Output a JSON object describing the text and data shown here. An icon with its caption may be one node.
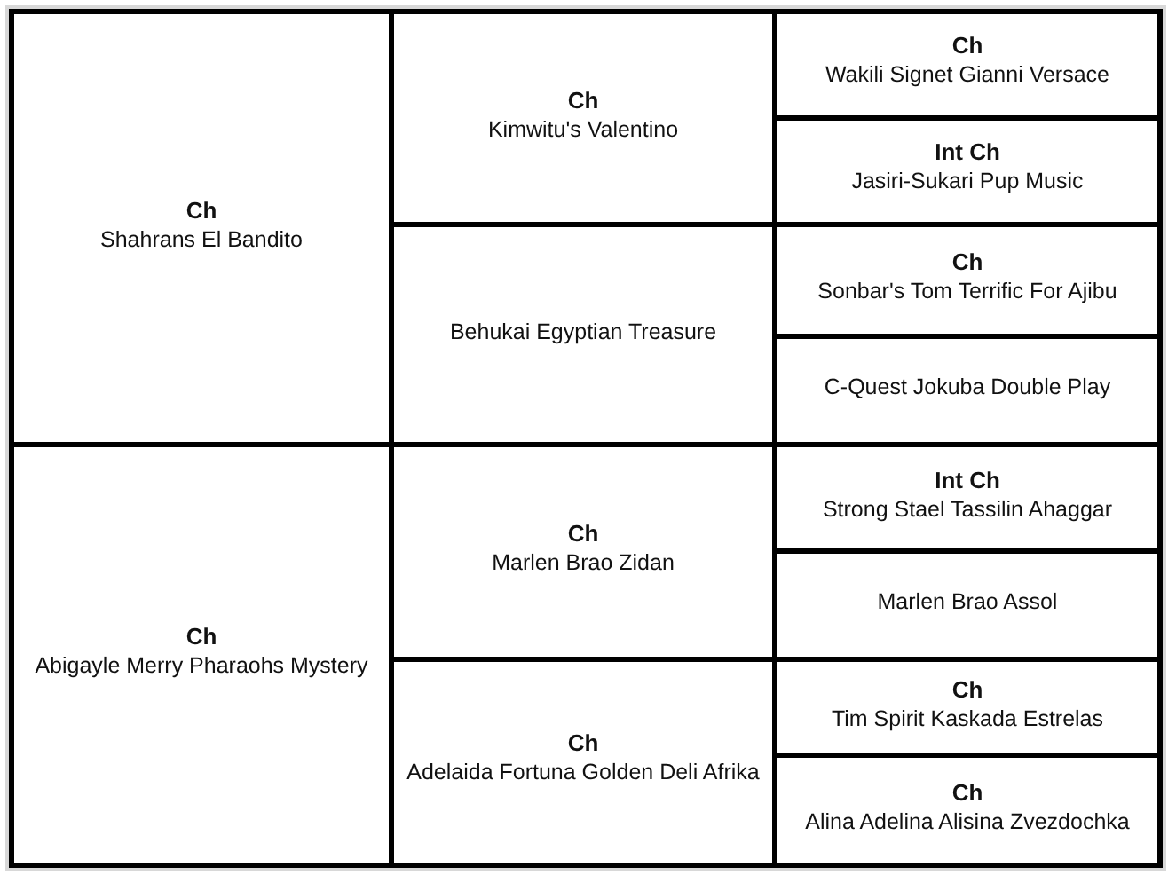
{
  "diagram": {
    "nodes": [
      {
        "text": [
          "Ch",
          "Shahrans El Bandito"
        ]
      },
      {
        "text": [
          "Ch",
          "Kimwitu's Valentino"
        ]
      },
      {
        "text": [
          "Ch",
          "Wakili Signet Gianni Versace"
        ]
      },
      {
        "text": [
          "Int Ch",
          "Jasiri-Sukari Pup Music"
        ]
      },
      {
        "text": [
          "Behukai Egyptian Treasure"
        ]
      },
      {
        "text": [
          "Ch",
          "Sonbar's Tom Terrific For Ajibu"
        ]
      },
      {
        "text": [
          "C-Quest Jokuba Double Play"
        ]
      },
      {
        "text": [
          "Ch",
          "Abigayle Merry Pharaohs Mystery"
        ]
      },
      {
        "text": [
          "Ch",
          "Marlen Brao Zidan"
        ]
      },
      {
        "text": [
          "Int Ch",
          "Strong Stael Tassilin Ahaggar"
        ]
      },
      {
        "text": [
          "Marlen Brao Assol"
        ]
      },
      {
        "text": [
          "Ch",
          "Adelaida Fortuna Golden Deli Afrika"
        ]
      },
      {
        "text": [
          "Ch",
          "Tim Spirit Kaskada Estrelas"
        ]
      },
      {
        "text": [
          "Ch",
          "Alina Adelina Alisina Zvezdochka"
        ]
      }
    ]
  }
}
